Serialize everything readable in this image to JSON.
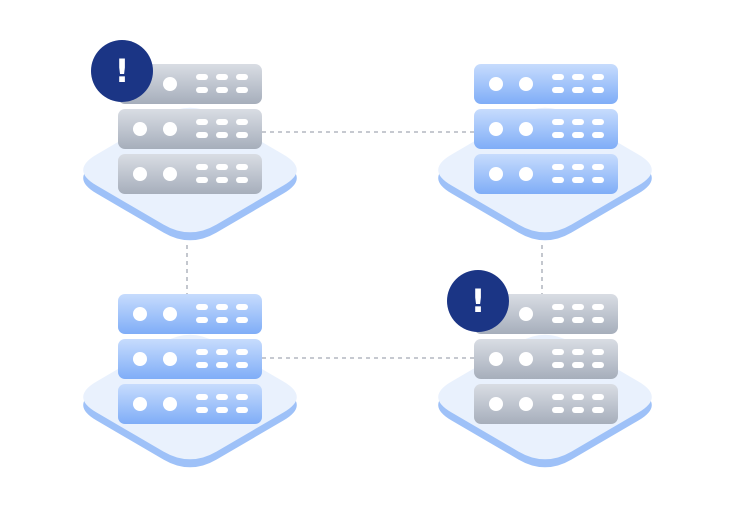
{
  "colors": {
    "background": "#ffffff",
    "platform_top": "#e9f1fd",
    "platform_side": "#9ec1f8",
    "connector": "#a3a9b3",
    "server_healthy_top": "#c7dcfd",
    "server_healthy_bottom": "#7fadf7",
    "server_warning_top": "#d9dde4",
    "server_warning_bottom": "#a6aebb",
    "server_indicator": "#ffffff",
    "alert_badge": "#1b3585",
    "alert_glyph": "#ffffff"
  },
  "nodes": [
    {
      "id": "top-left",
      "status": "warning",
      "units": 3,
      "alert": true,
      "alert_glyph": "!"
    },
    {
      "id": "top-right",
      "status": "healthy",
      "units": 3,
      "alert": false
    },
    {
      "id": "bottom-left",
      "status": "healthy",
      "units": 3,
      "alert": false
    },
    {
      "id": "bottom-right",
      "status": "warning",
      "units": 3,
      "alert": true,
      "alert_glyph": "!"
    }
  ],
  "connections": [
    {
      "from": "top-left",
      "to": "top-right"
    },
    {
      "from": "top-left",
      "to": "bottom-left"
    },
    {
      "from": "top-right",
      "to": "bottom-right"
    },
    {
      "from": "bottom-left",
      "to": "bottom-right"
    }
  ]
}
